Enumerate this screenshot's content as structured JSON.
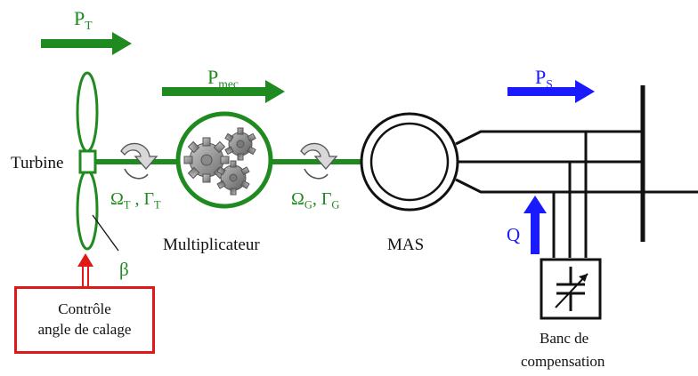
{
  "title_power_turbine": {
    "main": "P",
    "sub": "T"
  },
  "power_mec": {
    "main": "P",
    "sub": "mec"
  },
  "power_stator": {
    "main": "P",
    "sub": "S"
  },
  "turbine_label": "Turbine",
  "beta_label": "β",
  "speed_turbine": {
    "omega": "Ω",
    "omega_sub": "T",
    "sep": " , ",
    "gamma": "Γ",
    "gamma_sub": "T"
  },
  "speed_generator": {
    "omega": "Ω",
    "omega_sub": "G",
    "sep": ", ",
    "gamma": "Γ",
    "gamma_sub": "G"
  },
  "gearbox_label": "Multiplicateur",
  "generator_label": "MAS",
  "reactive_label": "Q",
  "pitch_control": {
    "line1": "Contrôle",
    "line2": "angle de calage"
  },
  "compensation": {
    "line1": "Banc de",
    "line2": "compensation"
  },
  "colors": {
    "mechanical": "#1f8a1f",
    "electrical": "#1a1aff",
    "control": "#e01818"
  }
}
